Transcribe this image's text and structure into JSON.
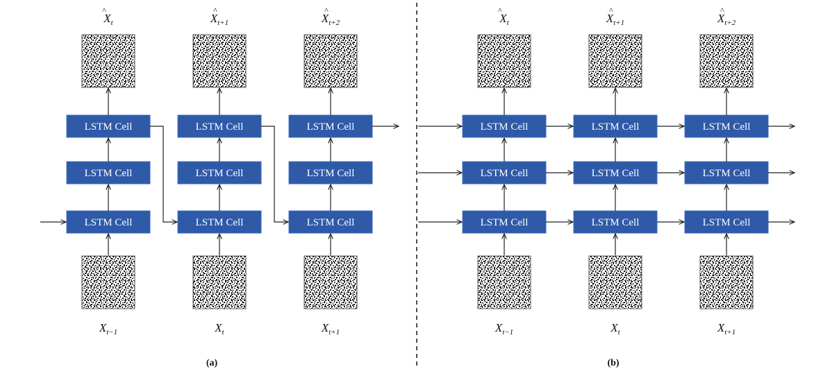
{
  "cell_label": "LSTM Cell",
  "colors": {
    "cell_fill": "#2e5aa8",
    "cell_stroke": "#3f6cbf",
    "line": "#222222",
    "noise_dark": "#111111"
  },
  "panels": [
    {
      "caption": "(a)",
      "outputs": [
        {
          "base": "X",
          "hat": true,
          "sub": "t"
        },
        {
          "base": "X",
          "hat": true,
          "sub": "t+1"
        },
        {
          "base": "X",
          "hat": true,
          "sub": "t+2"
        }
      ],
      "inputs": [
        {
          "base": "X",
          "hat": false,
          "sub": "t−1"
        },
        {
          "base": "X",
          "hat": false,
          "sub": "t"
        },
        {
          "base": "X",
          "hat": false,
          "sub": "t+1"
        }
      ],
      "layers": 3,
      "connection": "diagonal: top cell of each column feeds bottom cell of next column"
    },
    {
      "caption": "(b)",
      "outputs": [
        {
          "base": "X",
          "hat": true,
          "sub": "t"
        },
        {
          "base": "X",
          "hat": true,
          "sub": "t+1"
        },
        {
          "base": "X",
          "hat": true,
          "sub": "t+2"
        }
      ],
      "inputs": [
        {
          "base": "X",
          "hat": false,
          "sub": "t−1"
        },
        {
          "base": "X",
          "hat": false,
          "sub": "t"
        },
        {
          "base": "X",
          "hat": false,
          "sub": "t+1"
        }
      ],
      "layers": 3,
      "connection": "horizontal: every layer passes state to the same layer of next column"
    }
  ]
}
